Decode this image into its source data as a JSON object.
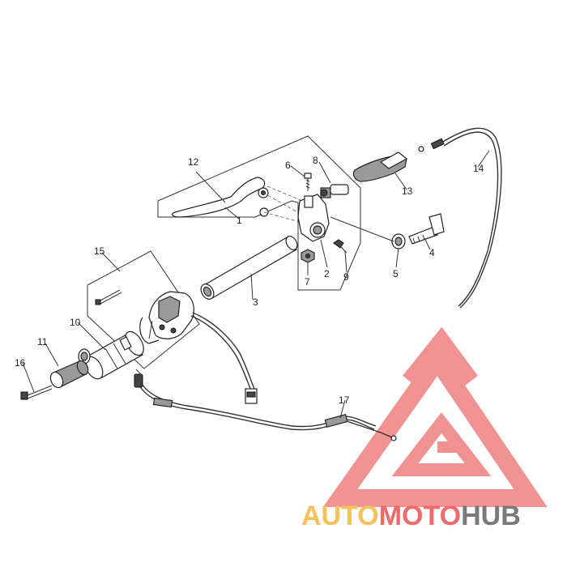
{
  "callouts": [
    {
      "id": "c1",
      "text": "1"
    },
    {
      "id": "c2",
      "text": "2"
    },
    {
      "id": "c3",
      "text": "3"
    },
    {
      "id": "c4",
      "text": "4"
    },
    {
      "id": "c5",
      "text": "5"
    },
    {
      "id": "c6",
      "text": "6"
    },
    {
      "id": "c7",
      "text": "7"
    },
    {
      "id": "c8",
      "text": "8"
    },
    {
      "id": "c9",
      "text": "9"
    },
    {
      "id": "c10",
      "text": "10"
    },
    {
      "id": "c11",
      "text": "11"
    },
    {
      "id": "c12",
      "text": "12"
    },
    {
      "id": "c13",
      "text": "13"
    },
    {
      "id": "c14",
      "text": "14"
    },
    {
      "id": "c15",
      "text": "15"
    },
    {
      "id": "c16",
      "text": "16"
    },
    {
      "id": "c17",
      "text": "17"
    }
  ],
  "watermark": {
    "part1": "AUTO",
    "part2": "MOTO",
    "part3": "HUB",
    "color_part1": "#f5c15a",
    "color_part2": "#ef6a6a",
    "color_part3": "#7a7a7a",
    "logo_color": "#ef7f7f"
  }
}
